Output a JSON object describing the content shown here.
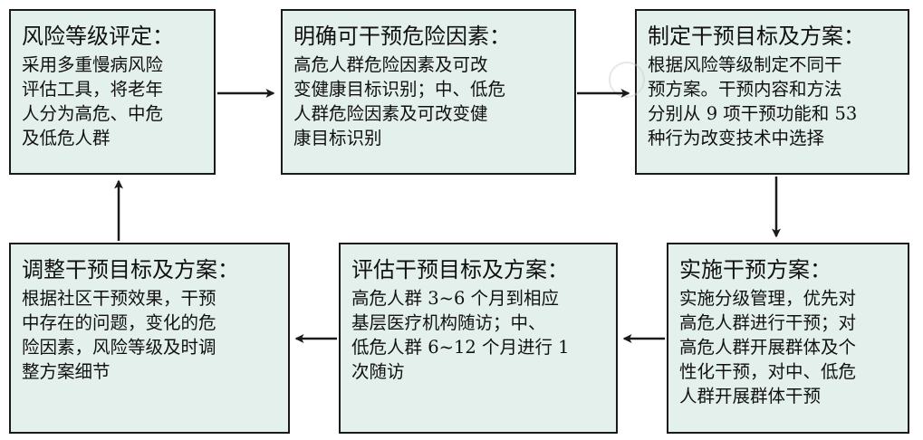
{
  "boxes": {
    "b1": {
      "title": "风险等级评定：",
      "lines": [
        "采用多重慢病风险",
        "评估工具，将老年",
        "人分为高危、中危",
        "及低危人群"
      ]
    },
    "b2": {
      "title": "明确可干预危险因素：",
      "lines": [
        "高危人群危险因素及可改",
        "变健康目标识别；中、低危",
        "人群危险因素及可改变健",
        "康目标识别"
      ]
    },
    "b3": {
      "title": "制定干预目标及方案：",
      "lines": [
        "根据风险等级制定不同干",
        "预方案。干预内容和方法",
        "分别从 9 项干预功能和 53",
        "种行为改变技术中选择"
      ]
    },
    "b4": {
      "title": "实施干预方案：",
      "lines": [
        "实施分级管理，优先对",
        "高危人群进行干预；对",
        "高危人群开展群体及个",
        "性化干预，对中、低危",
        "人群开展群体干预"
      ]
    },
    "b5": {
      "title": "评估干预目标及方案：",
      "lines": [
        "高危人群 3~6 个月到相应",
        "基层医疗机构随访；中、",
        "低危人群 6~12 个月进行 1",
        "次随访"
      ]
    },
    "b6": {
      "title": "调整干预目标及方案：",
      "lines": [
        "根据社区干预效果，干预",
        "中存在的问题，变化的危",
        "险因素，风险等级及时调",
        "整方案细节"
      ]
    }
  },
  "colors": {
    "box_fill": "#e3f0ec",
    "border": "#1a1a1a",
    "arrow": "#1a1a1a"
  }
}
